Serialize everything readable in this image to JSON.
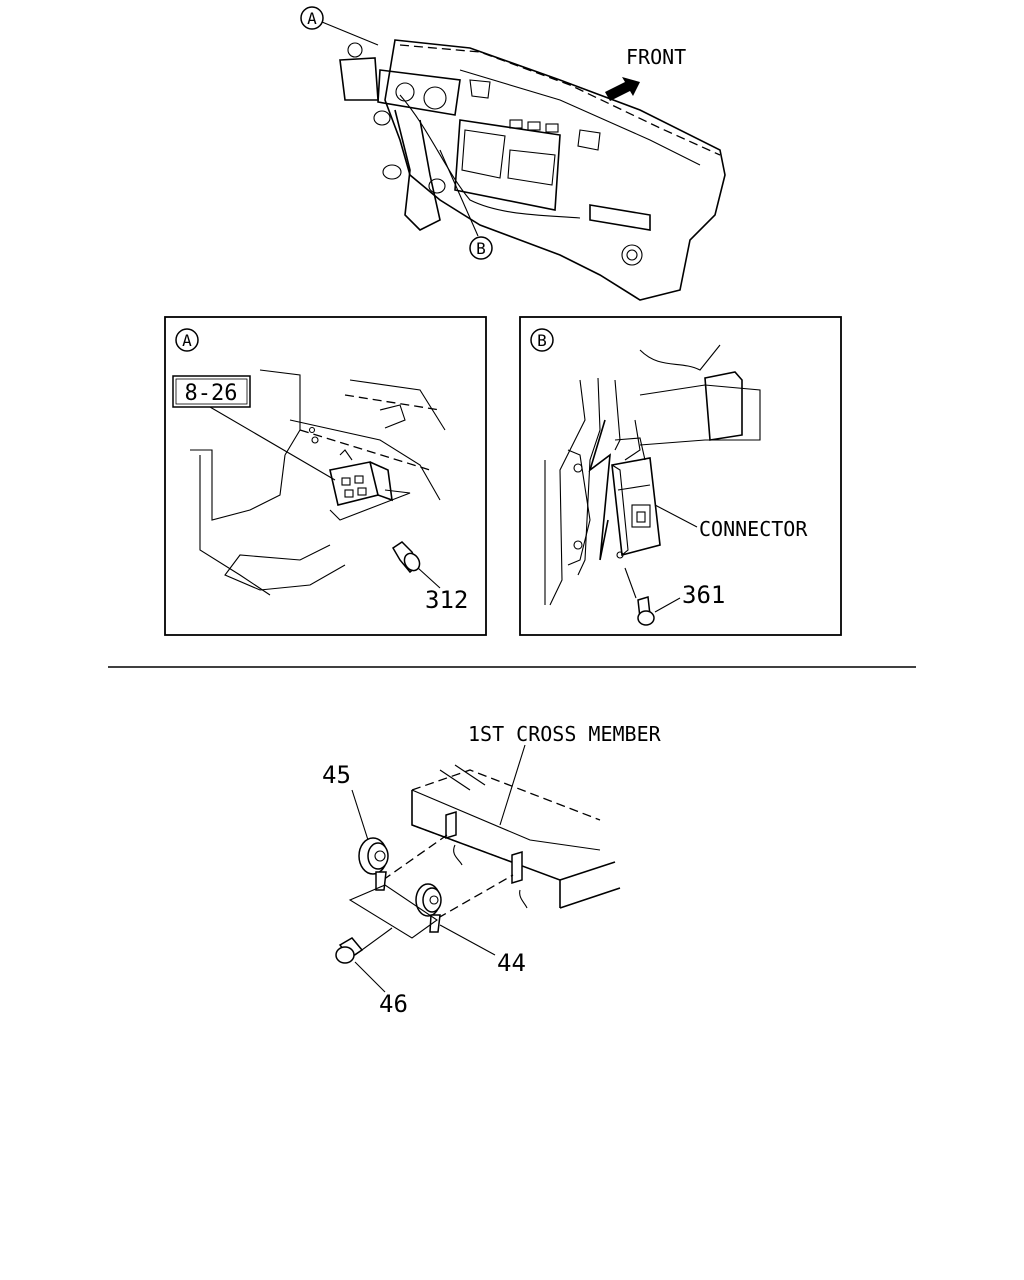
{
  "top_view": {
    "front_label": "FRONT",
    "callout_a": "A",
    "callout_b": "B"
  },
  "detail_a": {
    "title": "A",
    "ref_box": "8-26",
    "part_312": "312"
  },
  "detail_b": {
    "title": "B",
    "connector_label": "CONNECTOR",
    "part_361": "361"
  },
  "bottom_view": {
    "cross_member_label": "1ST CROSS MEMBER",
    "part_45": "45",
    "part_44": "44",
    "part_46": "46"
  }
}
